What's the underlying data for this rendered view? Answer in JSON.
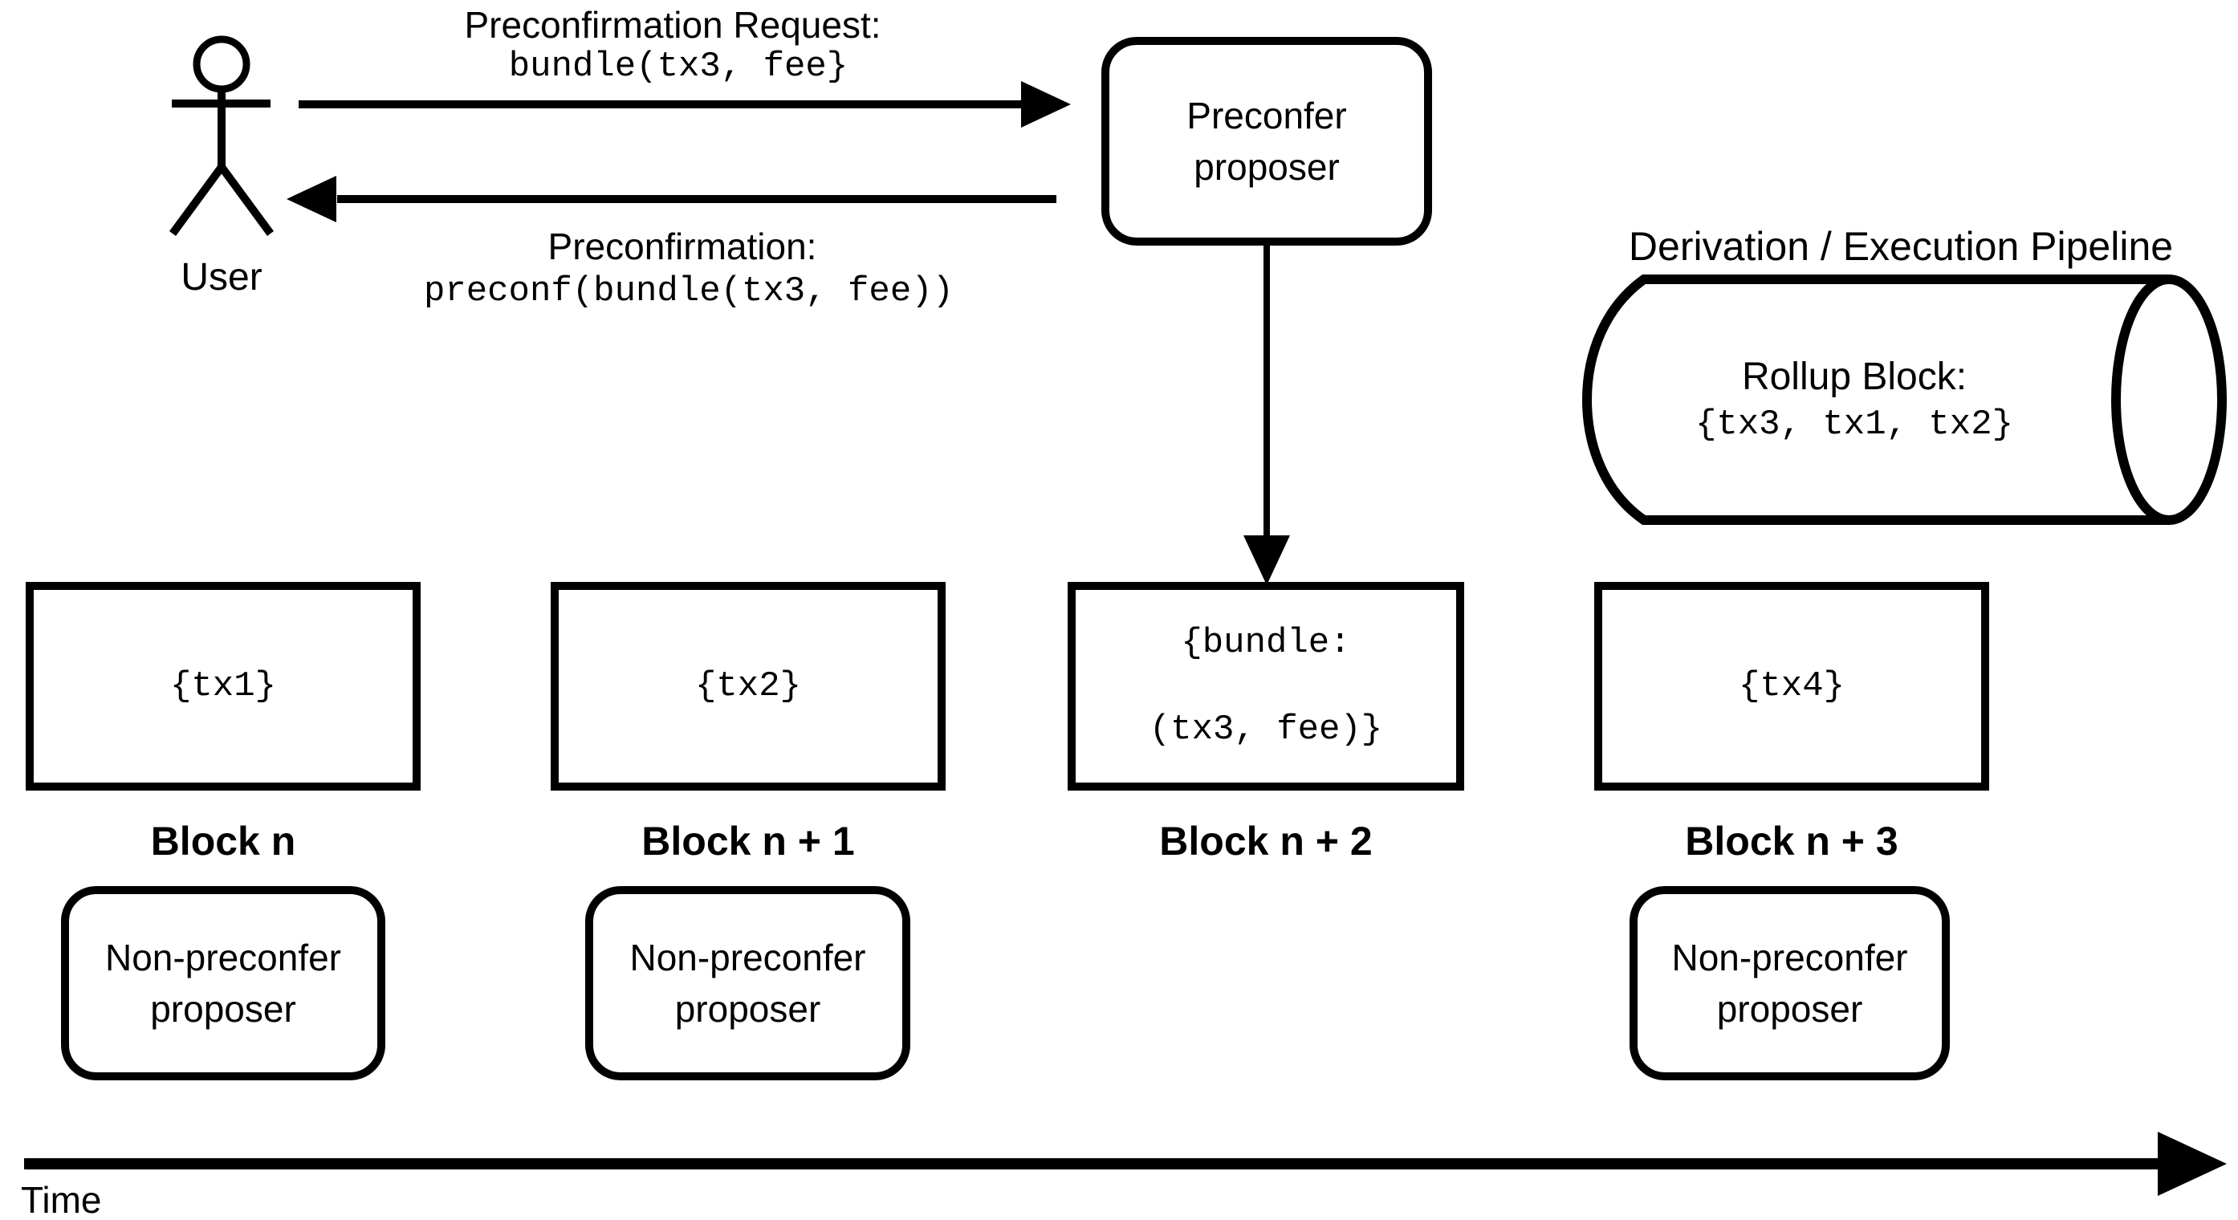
{
  "diagram": {
    "colors": {
      "ink": "#000000",
      "background": "#ffffff"
    },
    "user": {
      "label": "User"
    },
    "request_arrow": {
      "title": "Preconfirmation Request:",
      "code": "bundle(tx3, fee}"
    },
    "response_arrow": {
      "title": "Preconfirmation:",
      "code": "preconf(bundle(tx3, fee))"
    },
    "preconfer_proposer": {
      "line1": "Preconfer",
      "line2": "proposer"
    },
    "pipeline": {
      "title": "Derivation / Execution Pipeline",
      "rollup_label": "Rollup Block:",
      "rollup_code": "{tx3, tx1, tx2}"
    },
    "blocks": [
      {
        "label": "Block n",
        "content_lines": [
          "{tx1}"
        ]
      },
      {
        "label": "Block n + 1",
        "content_lines": [
          "{tx2}"
        ]
      },
      {
        "label": "Block n + 2",
        "content_lines": [
          "{bundle:",
          "(tx3, fee)}"
        ]
      },
      {
        "label": "Block n + 3",
        "content_lines": [
          "{tx4}"
        ]
      }
    ],
    "non_preconfer_proposers": [
      {
        "line1": "Non-preconfer",
        "line2": "proposer"
      },
      {
        "line1": "Non-preconfer",
        "line2": "proposer"
      },
      {
        "line1": "Non-preconfer",
        "line2": "proposer"
      }
    ],
    "time_axis": {
      "label": "Time"
    }
  }
}
